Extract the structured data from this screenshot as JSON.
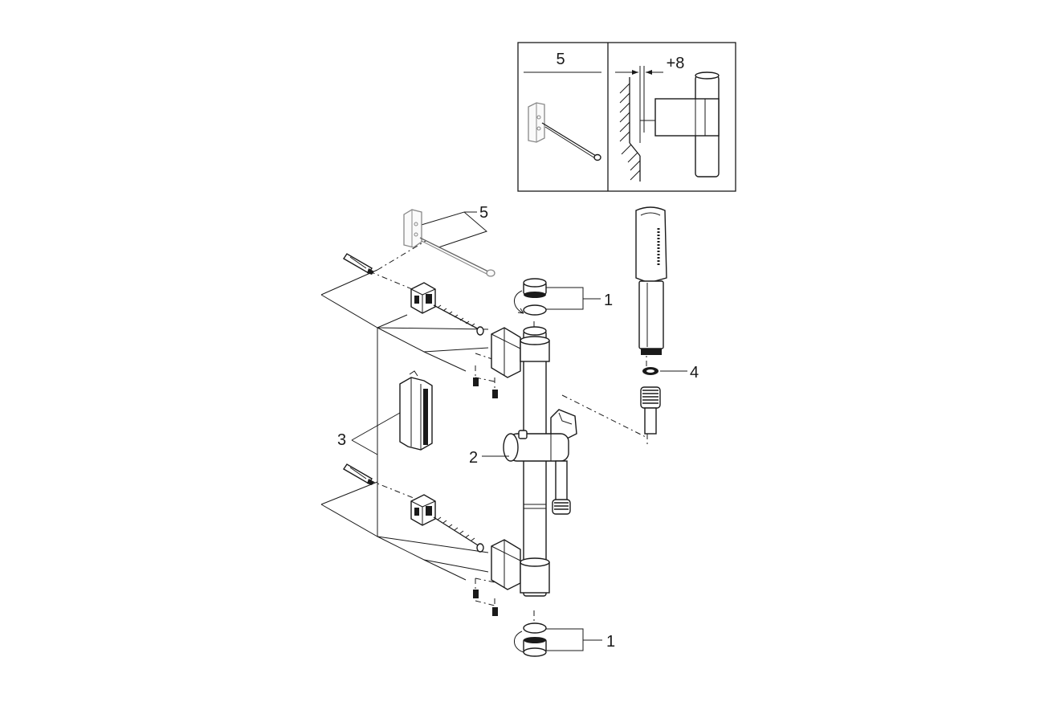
{
  "inset": {
    "left_label": "5",
    "right_label": "+8"
  },
  "callouts": {
    "c1_top": "1",
    "c1_bottom": "1",
    "c2": "2",
    "c3": "3",
    "c4": "4",
    "c5": "5"
  }
}
